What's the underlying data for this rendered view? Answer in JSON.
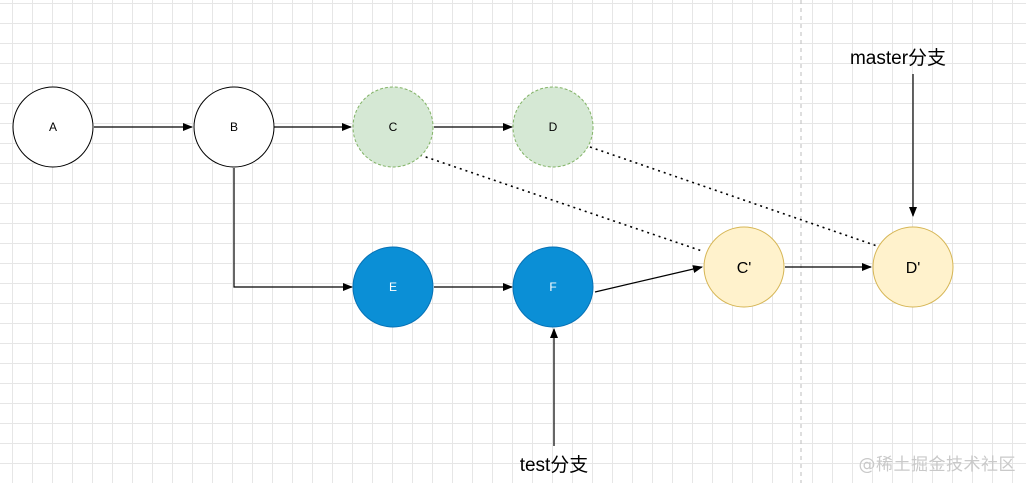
{
  "diagram": {
    "nodes": {
      "A": {
        "label": "A",
        "fill": "#ffffff",
        "stroke": "#000000",
        "text_color": "#000000",
        "dashed": false
      },
      "B": {
        "label": "B",
        "fill": "#ffffff",
        "stroke": "#000000",
        "text_color": "#000000",
        "dashed": false
      },
      "C": {
        "label": "C",
        "fill": "#d5e8d4",
        "stroke": "#82b366",
        "text_color": "#000000",
        "dashed": true
      },
      "D": {
        "label": "D",
        "fill": "#d5e8d4",
        "stroke": "#82b366",
        "text_color": "#000000",
        "dashed": true
      },
      "E": {
        "label": "E",
        "fill": "#0b8fd6",
        "stroke": "#0671b5",
        "text_color": "#ffffff",
        "dashed": false
      },
      "F": {
        "label": "F",
        "fill": "#0b8fd6",
        "stroke": "#0671b5",
        "text_color": "#ffffff",
        "dashed": false
      },
      "C2": {
        "label": "C'",
        "fill": "#fff2cc",
        "stroke": "#d6b656",
        "text_color": "#000000",
        "dashed": false
      },
      "D2": {
        "label": "D'",
        "fill": "#fff2cc",
        "stroke": "#d6b656",
        "text_color": "#000000",
        "dashed": false
      }
    },
    "edges": [
      {
        "from": "A",
        "to": "B",
        "style": "solid"
      },
      {
        "from": "B",
        "to": "C",
        "style": "solid"
      },
      {
        "from": "C",
        "to": "D",
        "style": "solid"
      },
      {
        "from": "B",
        "to": "E",
        "style": "solid-elbow"
      },
      {
        "from": "E",
        "to": "F",
        "style": "solid"
      },
      {
        "from": "F",
        "to": "C2",
        "style": "solid"
      },
      {
        "from": "C2",
        "to": "D2",
        "style": "solid"
      },
      {
        "from": "C",
        "to": "C2",
        "style": "dotted"
      },
      {
        "from": "D",
        "to": "D2",
        "style": "dotted"
      }
    ],
    "pointers": {
      "master": {
        "label": "master分支",
        "points_to": "D2"
      },
      "test": {
        "label": "test分支",
        "points_to": "F"
      }
    }
  },
  "watermark": "@稀土掘金技术社区"
}
